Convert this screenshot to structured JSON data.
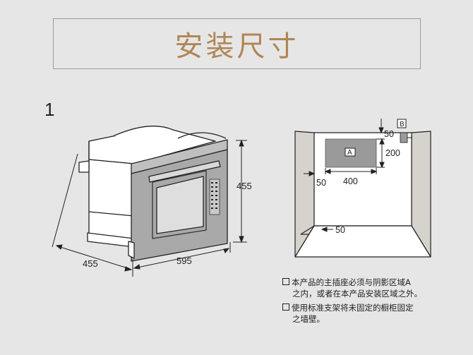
{
  "header": {
    "title": "安装尺寸"
  },
  "step": {
    "number": "1"
  },
  "oven_diagram": {
    "dim_height": "455",
    "dim_depth": "455",
    "dim_width": "595"
  },
  "cabinet_diagram": {
    "label_a": "A",
    "label_b": "B",
    "dim_top_gap": "50",
    "dim_zone_height": "200",
    "dim_left_gap": "50",
    "dim_zone_width": "400",
    "dim_bottom_gap": "50"
  },
  "notes": [
    {
      "line1": "本产品的主插座必须与阴影区域A",
      "line2": "之内，或者在本产品安装区域之外。"
    },
    {
      "line1": "使用标准支架将未固定的橱柜固定",
      "line2": "之墙壁。"
    }
  ],
  "colors": {
    "title": "#b08656",
    "background": "#e6e6e6",
    "zone_a": "#9a9a9a",
    "cabinet_side": "#d6d2cc"
  }
}
